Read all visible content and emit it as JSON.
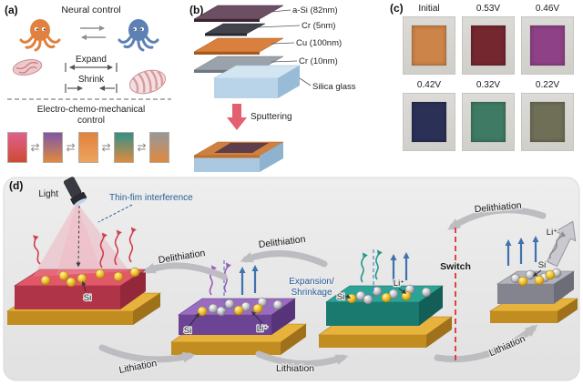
{
  "figure": {
    "panel_a": {
      "label": "(a)",
      "title": "Neural control",
      "expand_label": "Expand",
      "shrink_label": "Shrink",
      "subtitle_line1": "Electro-chemo-mechanical",
      "subtitle_line2": "control",
      "swap_icon": "⇄",
      "octopus_colors": {
        "left": "#e0813f",
        "right": "#5d80b5"
      },
      "swatches": [
        {
          "gradient": "linear-gradient(180deg,#e0608d,#cf4a33)"
        },
        {
          "gradient": "linear-gradient(180deg,#7e57a8,#e08a3e)"
        },
        {
          "gradient": "linear-gradient(180deg,#e2823c,#eca45e)"
        },
        {
          "gradient": "linear-gradient(180deg,#2f9188,#e08a3e)"
        },
        {
          "gradient": "linear-gradient(180deg,#97979b,#e08a3e)"
        }
      ]
    },
    "panel_b": {
      "label": "(b)",
      "layers": [
        {
          "label": "a-Si (82nm)",
          "color": "#5c3c52"
        },
        {
          "label": "Cr (5nm)",
          "color": "#42424c"
        },
        {
          "label": "Cu (100nm)",
          "color": "#d9803f"
        },
        {
          "label": "Cr (10nm)",
          "color": "#9aa2ac"
        }
      ],
      "substrate_label": "Silica glass",
      "substrate_color": "#b9d4e8",
      "process_label": "Sputtering",
      "arrow_color": "#e4606e"
    },
    "panel_c": {
      "label": "(c)",
      "cells": [
        {
          "label": "Initial",
          "color": "#cd8448"
        },
        {
          "label": "0.53V",
          "color": "#74272f"
        },
        {
          "label": "0.46V",
          "color": "#8e4186"
        },
        {
          "label": "0.42V",
          "color": "#2b3156"
        },
        {
          "label": "0.32V",
          "color": "#3f7a64"
        },
        {
          "label": "0.22V",
          "color": "#6f6f57"
        }
      ]
    },
    "panel_d": {
      "label": "(d)",
      "light_label": "Light",
      "interference_label": "Thin-fim interference",
      "delithiation_label": "Delithiation",
      "lithiation_label": "Lithiation",
      "expansion_line1": "Expansion/",
      "expansion_line2": "Shrinkage",
      "switch_label": "Switch",
      "si_label": "Si",
      "li_label": "Li⁺",
      "slab_colors": {
        "pristine": "#e25868",
        "lithiated_purple": "#9a6cc0",
        "lithiated_teal": "#2aa496",
        "delithiated_gray": "#b3b3bc"
      },
      "base_color": "#e7b33c",
      "accent_blue": "#2a6099",
      "switch_color": "#e03030"
    }
  }
}
